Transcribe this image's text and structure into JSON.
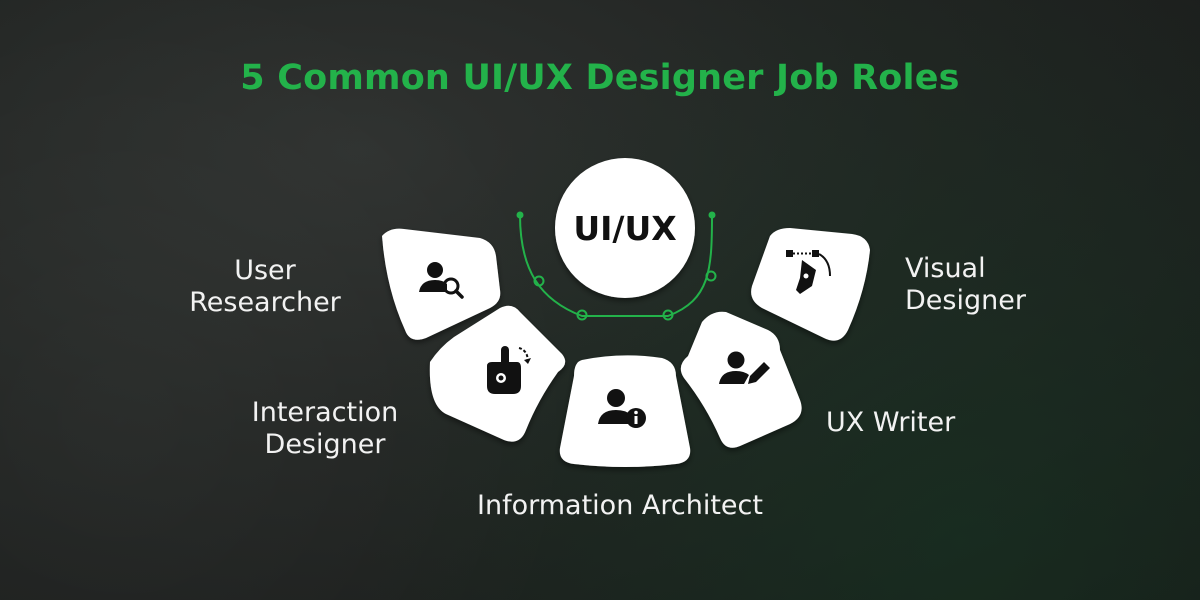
{
  "title": "5 Common UI/UX Designer Job Roles",
  "hub": {
    "label": "UI/UX"
  },
  "roles": [
    {
      "line1": "User",
      "line2": "Researcher",
      "icon": "user-search-icon"
    },
    {
      "line1": "Interaction",
      "line2": "Designer",
      "icon": "hand-gear-icon"
    },
    {
      "line1": "Information Architect",
      "line2": "",
      "icon": "user-info-icon"
    },
    {
      "line1": "UX Writer",
      "line2": "",
      "icon": "user-edit-icon"
    },
    {
      "line1": "Visual",
      "line2": "Designer",
      "icon": "pen-tool-icon"
    }
  ],
  "colors": {
    "accent": "#23b24a",
    "background": "#222523",
    "card": "#ffffff",
    "text": "#f2f2f2",
    "icon": "#111111"
  }
}
